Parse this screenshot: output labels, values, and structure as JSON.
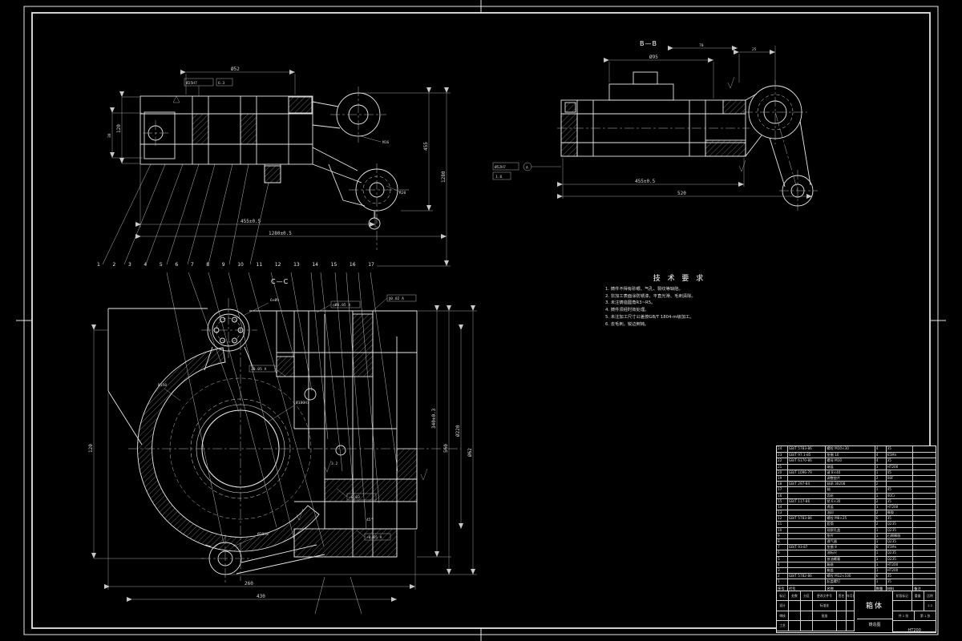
{
  "sheet": {
    "background": "#000000",
    "line_color": "#e6e6e6"
  },
  "views": {
    "top_left": {
      "dims": [
        "Ø52",
        "Ø25H7",
        "6.3",
        "120",
        "38",
        "455",
        "1280",
        "455±0.5",
        "1280±0.5",
        "R20",
        "M16"
      ]
    },
    "top_right": {
      "section_label": "B—B",
      "dims": [
        "Ø95",
        "70",
        "25",
        "455±0.5",
        "520",
        "1.6",
        "A",
        "Ø52H7"
      ]
    },
    "bottom_left": {
      "section_label": "C—C",
      "callouts": [
        "1",
        "2",
        "3",
        "4",
        "5",
        "6",
        "7",
        "8",
        "9",
        "10",
        "11",
        "12",
        "13",
        "14",
        "15",
        "16",
        "17"
      ],
      "dims": [
        "Ø180H7",
        "Ø220",
        "6×Ø9",
        "340±0.3",
        "560",
        "120",
        "260",
        "Ø20H8",
        "R150",
        "3.2",
        "45°",
        "430",
        "Ø62"
      ],
      "gdt": [
        "◎Ø0.05 A",
        "∥0.02 A",
        "⊥0.05 A",
        "▱0.03",
        "↗0.05 A"
      ]
    }
  },
  "tech_requirements": {
    "title": "技 术 要 求",
    "lines": [
      "1. 铸件不得有砂眼、气孔、裂纹等缺陷。",
      "2. 非加工表面涂防锈漆，平直光滑、毛刺清除。",
      "3. 未注铸造圆角R3~R5。",
      "4. 铸件须经时效处理。",
      "5. 未注加工尺寸公差按GB/T 1804-m级加工。",
      "6. 去毛刺，锐边倒钝。"
    ]
  },
  "parts_table": {
    "header": [
      "序号",
      "代号",
      "名称",
      "数量",
      "材料",
      "备注"
    ],
    "rows": [
      {
        "no": "24",
        "code": "GB/T 5783-86",
        "name": "螺栓 M10×30",
        "qty": "4",
        "material": "35",
        "note": ""
      },
      {
        "no": "23",
        "code": "GB/T 97.1-85",
        "name": "垫圈 10",
        "qty": "4",
        "material": "65Mn",
        "note": ""
      },
      {
        "no": "22",
        "code": "GB/T 6170-86",
        "name": "螺母 M10",
        "qty": "4",
        "material": "35",
        "note": ""
      },
      {
        "no": "21",
        "code": "",
        "name": "端盖",
        "qty": "1",
        "material": "HT200",
        "note": ""
      },
      {
        "no": "20",
        "code": "GB/T 1096-79",
        "name": "键 8×40",
        "qty": "1",
        "material": "45",
        "note": ""
      },
      {
        "no": "19",
        "code": "",
        "name": "调整垫片",
        "qty": "2",
        "material": "08F",
        "note": ""
      },
      {
        "no": "18",
        "code": "GB/T 297-84",
        "name": "轴承 30208",
        "qty": "2",
        "material": "",
        "note": ""
      },
      {
        "no": "17",
        "code": "",
        "name": "轴",
        "qty": "1",
        "material": "45",
        "note": ""
      },
      {
        "no": "16",
        "code": "",
        "name": "齿轮",
        "qty": "1",
        "material": "40Cr",
        "note": ""
      },
      {
        "no": "15",
        "code": "GB/T 117-86",
        "name": "销 6×30",
        "qty": "2",
        "material": "35",
        "note": ""
      },
      {
        "no": "14",
        "code": "",
        "name": "透盖",
        "qty": "1",
        "material": "HT200",
        "note": ""
      },
      {
        "no": "13",
        "code": "",
        "name": "油封",
        "qty": "2",
        "material": "橡胶",
        "note": ""
      },
      {
        "no": "12",
        "code": "GB/T 5783-86",
        "name": "螺栓 M8×25",
        "qty": "6",
        "material": "35",
        "note": ""
      },
      {
        "no": "11",
        "code": "",
        "name": "套筒",
        "qty": "2",
        "material": "Q235",
        "note": ""
      },
      {
        "no": "10",
        "code": "",
        "name": "观察孔盖",
        "qty": "1",
        "material": "Q235",
        "note": ""
      },
      {
        "no": "9",
        "code": "",
        "name": "垫片",
        "qty": "1",
        "material": "石棉橡胶",
        "note": ""
      },
      {
        "no": "8",
        "code": "",
        "name": "通气器",
        "qty": "1",
        "material": "Q235",
        "note": ""
      },
      {
        "no": "7",
        "code": "GB/T 93-87",
        "name": "垫圈 8",
        "qty": "6",
        "material": "65Mn",
        "note": ""
      },
      {
        "no": "6",
        "code": "",
        "name": "油标尺",
        "qty": "1",
        "material": "Q235",
        "note": ""
      },
      {
        "no": "5",
        "code": "",
        "name": "放油螺塞",
        "qty": "1",
        "material": "Q235",
        "note": ""
      },
      {
        "no": "4",
        "code": "",
        "name": "箱座",
        "qty": "1",
        "material": "HT200",
        "note": ""
      },
      {
        "no": "3",
        "code": "",
        "name": "箱盖",
        "qty": "1",
        "material": "HT200",
        "note": ""
      },
      {
        "no": "2",
        "code": "GB/T 5782-86",
        "name": "螺栓 M12×100",
        "qty": "6",
        "material": "35",
        "note": ""
      },
      {
        "no": "1",
        "code": "",
        "name": "起盖螺钉",
        "qty": "1",
        "material": "35",
        "note": ""
      }
    ]
  },
  "title_block": {
    "cells": [
      "标记",
      "处数",
      "分区",
      "更改文件号",
      "签名",
      "年月日",
      "设计",
      "",
      "",
      "标准化",
      "",
      "",
      "审核",
      "",
      "",
      "批准",
      "",
      "",
      "工艺",
      "",
      "",
      "",
      "",
      ""
    ],
    "part_name": "箱体",
    "drawing_type": "铸造图",
    "stage_label": "阶段标记",
    "weight_label": "重量",
    "scale_label": "比例",
    "scale_value": "1:2",
    "sheets_label": "共 1 张",
    "sheet_no_label": "第 1 张",
    "material": "HT200"
  }
}
